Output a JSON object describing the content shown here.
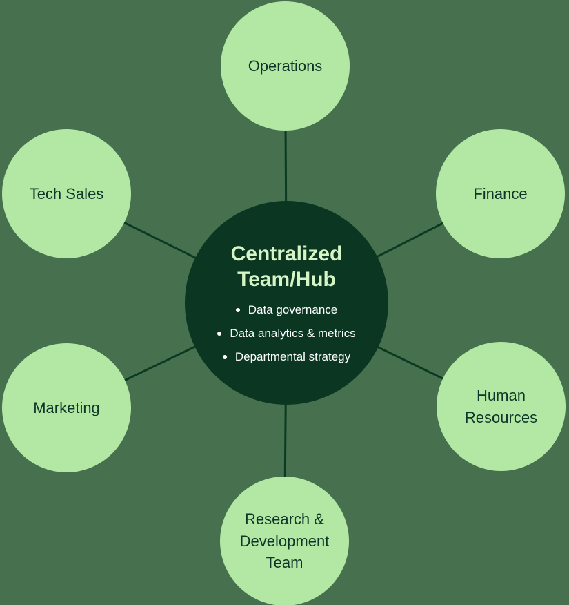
{
  "diagram": {
    "hub": {
      "title": "Centralized Team/Hub",
      "bullets": [
        "Data governance",
        "Data analytics & metrics",
        "Departmental strategy"
      ]
    },
    "nodes": [
      {
        "id": "operations",
        "label": "Operations"
      },
      {
        "id": "tech-sales",
        "label": "Tech Sales"
      },
      {
        "id": "finance",
        "label": "Finance"
      },
      {
        "id": "marketing",
        "label": "Marketing"
      },
      {
        "id": "human-resources",
        "label": "Human Resources"
      },
      {
        "id": "research-development-team",
        "label": "Research & Development Team"
      }
    ],
    "colors": {
      "background": "#47714E",
      "node_fill": "#B2E8A4",
      "node_label_text": "#0E3528",
      "hub_fill": "#0B3622",
      "hub_title_text": "#D6F5C6",
      "hub_bullet_text": "#FFFFFF",
      "connector_line": "#0B3A22"
    }
  }
}
